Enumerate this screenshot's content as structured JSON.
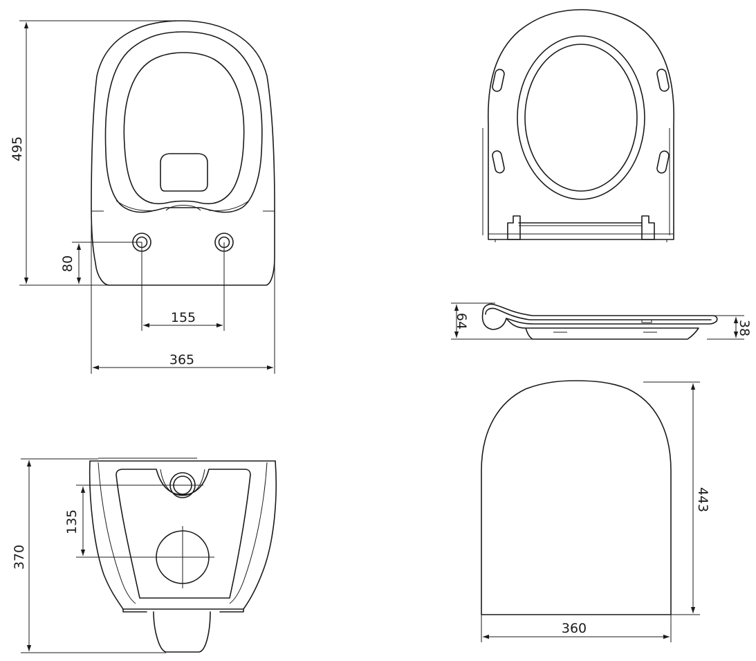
{
  "diagram": {
    "line_color": "#1a1a1a",
    "background": "#ffffff",
    "dimensions": {
      "bowl_length": "495",
      "fixing_height": "80",
      "fixing_spacing": "155",
      "bowl_width": "365",
      "back_height": "370",
      "outlet_offset": "135",
      "seat_length": "443",
      "seat_width": "360",
      "seat_height_hinge": "64",
      "seat_thickness": "38"
    }
  }
}
